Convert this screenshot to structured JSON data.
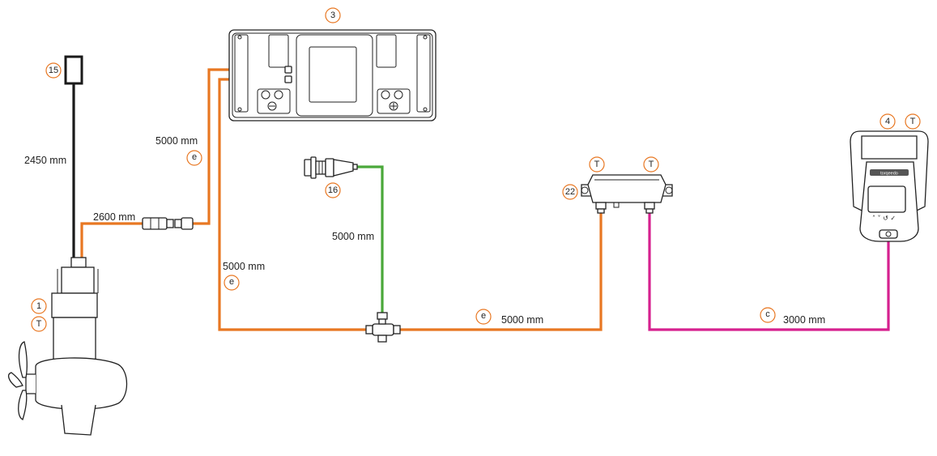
{
  "colors": {
    "orange_cable": "#e87722",
    "green_cable": "#4aa83a",
    "magenta_cable": "#d6218f",
    "black_cable": "#1a1a1a",
    "badge_outline": "#e87722"
  },
  "badges": {
    "motor": "1",
    "motor_t": "T",
    "battery": "3",
    "display": "4",
    "display_t": "T",
    "sensor": "15",
    "power_connector": "16",
    "gateway": "22",
    "gateway_t_left": "T",
    "gateway_t_right": "T",
    "cable_e_1": "e",
    "cable_e_2": "e",
    "cable_e_3": "e",
    "cable_c": "c"
  },
  "lengths": {
    "sensor_cable": "2450 mm",
    "motor_extension": "2600 mm",
    "battery_upper": "5000 mm",
    "battery_lower": "5000 mm",
    "power_branch": "5000 mm",
    "bus_to_gateway": "5000 mm",
    "display_cable": "3000 mm"
  },
  "icons": {
    "motor": "outboard-motor-icon",
    "battery": "battery-icon",
    "display": "display-unit-icon",
    "gateway": "gateway-module-icon",
    "power_connector": "power-connector-icon",
    "sensor": "sensor-icon",
    "tee": "t-connector-icon",
    "inline_connector": "inline-connector-icon"
  },
  "display_brand": "torqeedo"
}
